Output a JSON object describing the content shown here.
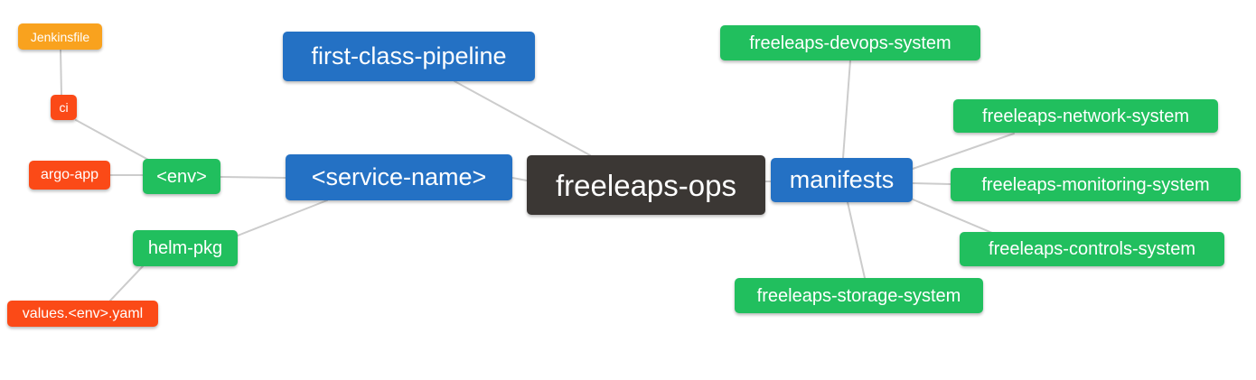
{
  "diagram": {
    "background": "#ffffff",
    "edge_color": "#cccccc",
    "text_color": "#ffffff",
    "colors": {
      "blue": "#2471c4",
      "green": "#21bf5e",
      "red": "#fb4a17",
      "orange": "#f9a21e",
      "dark": "#3b3734"
    },
    "nodes": {
      "jenkinsfile": {
        "label": "Jenkinsfile",
        "color": "orange"
      },
      "ci": {
        "label": "ci",
        "color": "red"
      },
      "argo_app": {
        "label": "argo-app",
        "color": "red"
      },
      "env": {
        "label": "<env>",
        "color": "green"
      },
      "helm_pkg": {
        "label": "helm-pkg",
        "color": "green"
      },
      "values_env_yaml": {
        "label": "values.<env>.yaml",
        "color": "red"
      },
      "first_class_pipeline": {
        "label": "first-class-pipeline",
        "color": "blue"
      },
      "service_name": {
        "label": "<service-name>",
        "color": "blue"
      },
      "freeleaps_ops": {
        "label": "freeleaps-ops",
        "color": "dark"
      },
      "manifests": {
        "label": "manifests",
        "color": "blue"
      },
      "freeleaps_devops_system": {
        "label": "freeleaps-devops-system",
        "color": "green"
      },
      "freeleaps_network_system": {
        "label": "freeleaps-network-system",
        "color": "green"
      },
      "freeleaps_monitoring_system": {
        "label": "freeleaps-monitoring-system",
        "color": "green"
      },
      "freeleaps_controls_system": {
        "label": "freeleaps-controls-system",
        "color": "green"
      },
      "freeleaps_storage_system": {
        "label": "freeleaps-storage-system",
        "color": "green"
      }
    },
    "edges": [
      [
        "jenkinsfile",
        "ci"
      ],
      [
        "ci",
        "env"
      ],
      [
        "argo_app",
        "env"
      ],
      [
        "env",
        "service_name"
      ],
      [
        "service_name",
        "helm_pkg"
      ],
      [
        "helm_pkg",
        "values_env_yaml"
      ],
      [
        "first_class_pipeline",
        "freeleaps_ops"
      ],
      [
        "service_name",
        "freeleaps_ops"
      ],
      [
        "freeleaps_ops",
        "manifests"
      ],
      [
        "manifests",
        "freeleaps_devops_system"
      ],
      [
        "manifests",
        "freeleaps_network_system"
      ],
      [
        "manifests",
        "freeleaps_monitoring_system"
      ],
      [
        "manifests",
        "freeleaps_controls_system"
      ],
      [
        "manifests",
        "freeleaps_storage_system"
      ]
    ]
  }
}
